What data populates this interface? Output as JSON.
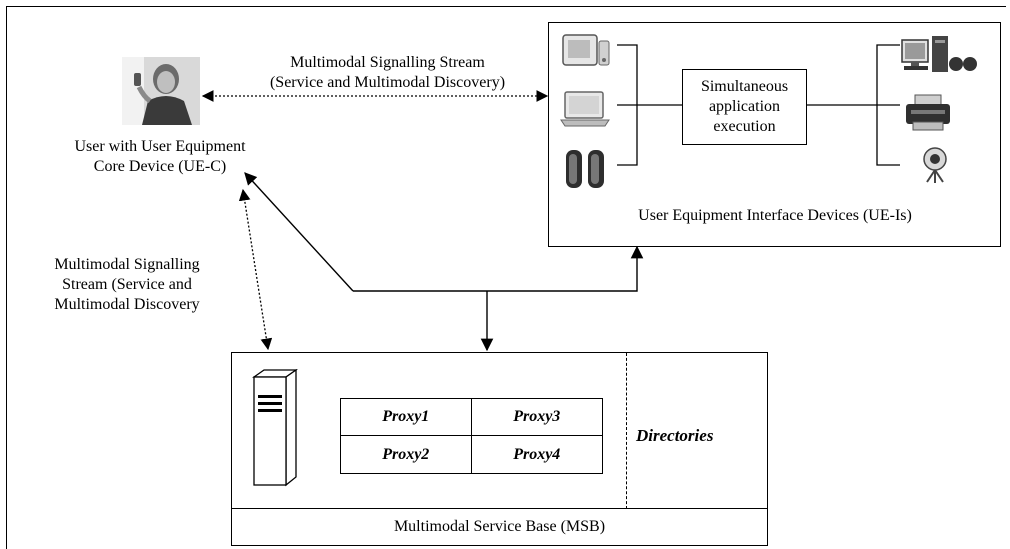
{
  "user_device": {
    "label_line1": "User with User Equipment",
    "label_line2": "Core Device (UE-C)",
    "icon": "person-with-phone-icon"
  },
  "top_stream": {
    "line1": "Multimodal Signalling Stream",
    "line2": "(Service and Multimodal Discovery)"
  },
  "left_stream": {
    "line1": "Multimodal Signalling",
    "line2": "Stream (Service and",
    "line3": "Multimodal Discovery"
  },
  "ueis": {
    "label": "User Equipment Interface Devices (UE-Is)",
    "simultaneous": {
      "line1": "Simultaneous",
      "line2": "application",
      "line3": "execution"
    },
    "input_icons": [
      "tablet-device-icon",
      "laptop-icon",
      "speakers-icon"
    ],
    "output_icons": [
      "desktop-computer-icon",
      "printer-icon",
      "webcam-icon"
    ]
  },
  "msb": {
    "footer": "Multimodal Service Base (MSB)",
    "directories": "Directories",
    "proxies": [
      "Proxy1",
      "Proxy3",
      "Proxy2",
      "Proxy4"
    ],
    "server_icon": "server-tower-icon"
  },
  "colors": {
    "line": "#000000",
    "background": "#ffffff"
  }
}
